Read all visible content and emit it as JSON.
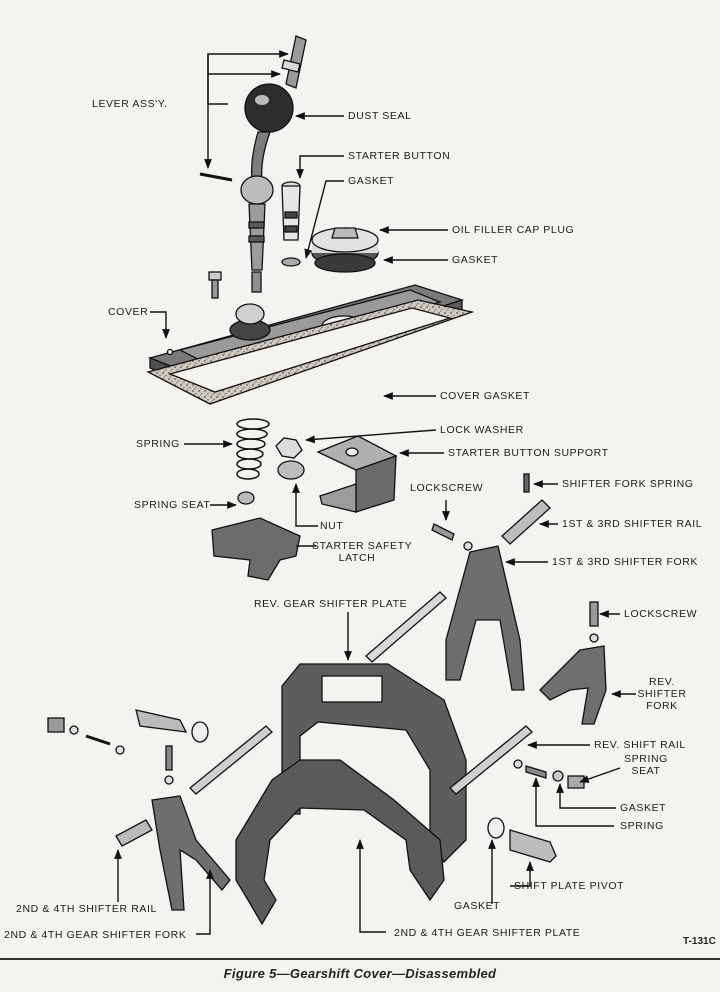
{
  "figure": {
    "caption": "Figure 5—Gearshift Cover—Disassembled",
    "reference": "T-131C"
  },
  "labels": {
    "lever_assy": "LEVER ASS'Y.",
    "dust_seal": "DUST SEAL",
    "starter_button": "STARTER BUTTON",
    "gasket_top": "GASKET",
    "oil_filler_cap_plug": "OIL FILLER CAP PLUG",
    "gasket_cap": "GASKET",
    "cover": "COVER",
    "cover_gasket": "COVER GASKET",
    "lock_washer": "LOCK WASHER",
    "starter_button_support": "STARTER BUTTON SUPPORT",
    "spring_upper": "SPRING",
    "lockscrew_upper": "LOCKSCREW",
    "shifter_fork_spring": "SHIFTER FORK SPRING",
    "spring_seat_upper": "SPRING SEAT",
    "first_third_shifter_rail": "1ST & 3RD SHIFTER RAIL",
    "nut": "NUT",
    "starter_safety_latch_1": "STARTER SAFETY",
    "starter_safety_latch_2": "LATCH",
    "first_third_shifter_fork": "1ST & 3RD SHIFTER FORK",
    "rev_gear_shifter_plate": "REV. GEAR SHIFTER PLATE",
    "lockscrew_right": "LOCKSCREW",
    "rev_shifter_fork_1": "REV.",
    "rev_shifter_fork_2": "SHIFTER",
    "rev_shifter_fork_3": "FORK",
    "rev_shift_rail": "REV. SHIFT RAIL",
    "spring_seat_lower_1": "SPRING",
    "spring_seat_lower_2": "SEAT",
    "gasket_right": "GASKET",
    "spring_lower": "SPRING",
    "shift_plate_pivot": "SHIFT PLATE PIVOT",
    "second_fourth_shifter_rail": "2ND & 4TH SHIFTER RAIL",
    "gasket_bottom": "GASKET",
    "second_fourth_gear_shifter_fork": "2ND & 4TH GEAR SHIFTER FORK",
    "second_fourth_gear_shifter_plate": "2ND & 4TH GEAR SHIFTER PLATE"
  }
}
